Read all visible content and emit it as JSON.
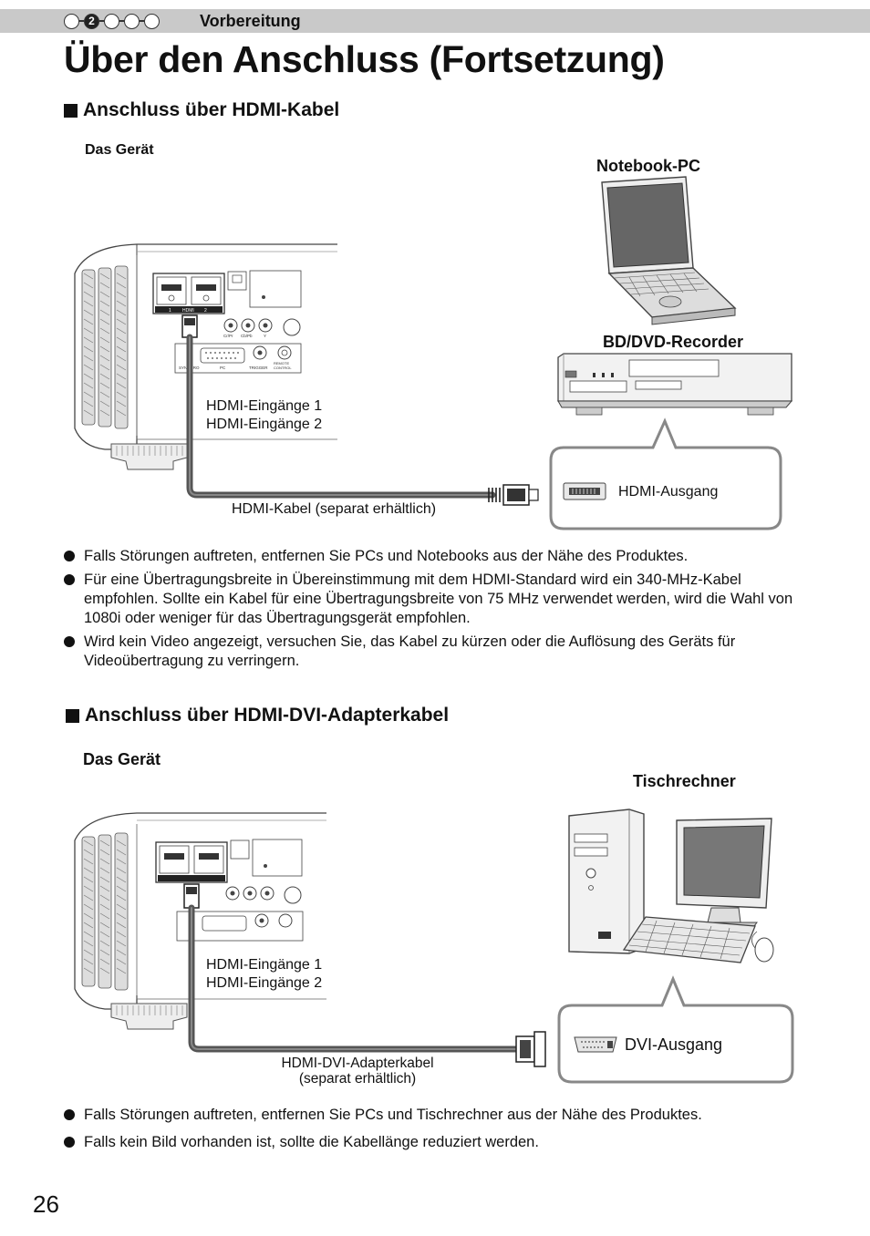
{
  "header": {
    "step_active": "2",
    "section": "Vorbereitung"
  },
  "title": "Über den Anschluss (Fortsetzung)",
  "section1": {
    "heading": "Anschluss über HDMI-Kabel",
    "device_label": "Das Gerät",
    "notebook_label": "Notebook-PC",
    "recorder_label": "BD/DVD-Recorder",
    "input1": "HDMI-Eingänge 1",
    "input2": "HDMI-Eingänge 2",
    "output_label": "HDMI-Ausgang",
    "cable_label": "HDMI-Kabel (separat erhältlich)",
    "notes": [
      "Falls Störungen auftreten, entfernen Sie PCs und Notebooks aus der Nähe des Produktes.",
      "Für eine Übertragungsbreite in Übereinstimmung mit dem HDMI-Standard wird ein 340-MHz-Kabel empfohlen. Sollte ein Kabel für eine Übertragungsbreite von 75 MHz verwendet werden, wird die Wahl von 1080i oder weniger für das Übertragungsgerät empfohlen.",
      "Wird kein Video angezeigt, versuchen Sie, das Kabel zu kürzen oder die Auflösung des Geräts für Videoübertragung zu verringern."
    ]
  },
  "section2": {
    "heading": "Anschluss über HDMI-DVI-Adapterkabel",
    "device_label": "Das Gerät",
    "desktop_label": "Tischrechner",
    "input1": "HDMI-Eingänge 1",
    "input2": "HDMI-Eingänge 2",
    "output_label": "DVI-Ausgang",
    "cable_label_line1": "HDMI-DVI-Adapterkabel",
    "cable_label_line2": "(separat erhältlich)",
    "notes": [
      "Falls Störungen auftreten, entfernen Sie PCs und Tischrechner aus der Nähe des Produktes.",
      "Falls kein Bild vorhanden ist, sollte die Kabellänge reduziert werden."
    ]
  },
  "panel_labels": {
    "hdmi": "HDMI",
    "port1": "1",
    "port2": "2",
    "cbpr": "Cb/Pb",
    "crpr": "Cr/Pr",
    "y": "Y",
    "sync": "SYNCHRO",
    "pc": "PC",
    "trigger": "TRIGGER",
    "remote": "REMOTE CONTROL"
  },
  "page_number": "26"
}
